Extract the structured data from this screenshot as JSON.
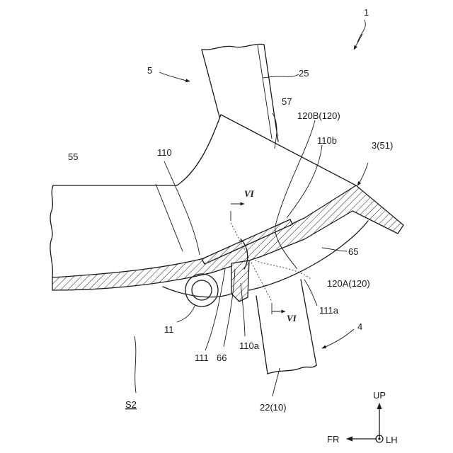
{
  "labels": {
    "n1": "1",
    "n5": "5",
    "n25": "25",
    "n57": "57",
    "n120B": "120B(120)",
    "n110b": "110b",
    "n3": "3(51)",
    "n55": "55",
    "n110": "110",
    "vi_top": "VI",
    "n65": "65",
    "n120A": "120A(120)",
    "n111a": "111a",
    "vi_bottom": "VI",
    "n11": "11",
    "n4": "4",
    "n111": "111",
    "n66": "66",
    "n110a": "110a",
    "s2": "S2",
    "n22": "22(10)",
    "up": "UP",
    "fr": "FR",
    "lh": "LH"
  }
}
